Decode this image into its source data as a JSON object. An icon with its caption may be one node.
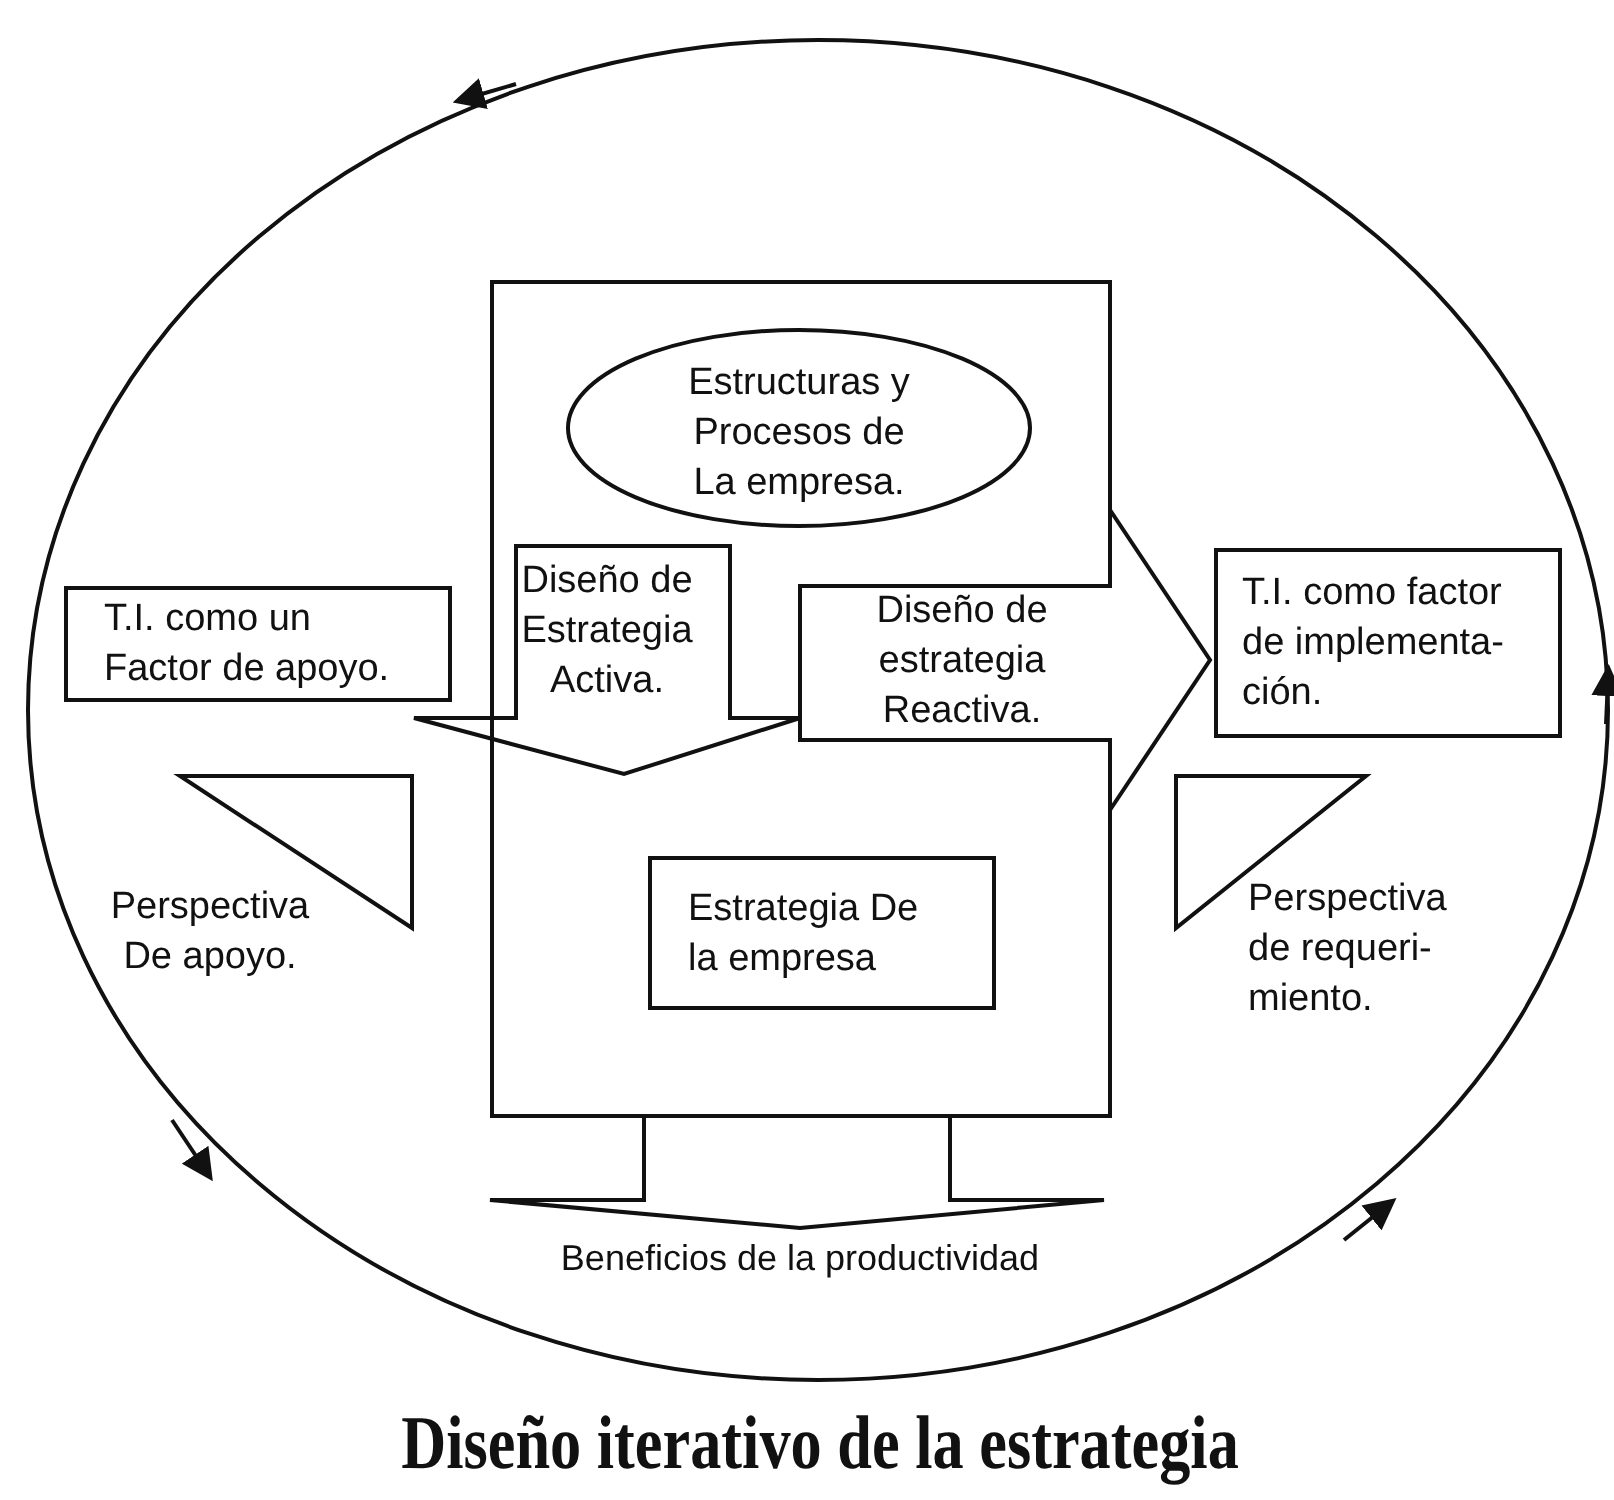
{
  "diagram": {
    "title": "Diseño iterativo de la estrategia",
    "nodes": [
      {
        "text": [],
        "shape": "box"
      },
      {
        "text": [
          "Estructuras y Procesos de La empresa."
        ],
        "in": 0
      },
      {
        "text": [
          "T.I. como  un Factor de apoyo."
        ]
      },
      {
        "text": [
          "Diseño de Estrategia Activa."
        ]
      },
      {
        "text": [
          "Diseño de estrategia Reactiva."
        ]
      },
      {
        "text": [
          "T.I. como factor de implementa- ción."
        ]
      },
      {
        "text": [
          "Estrategia De la empresa"
        ],
        "in": 0
      },
      {
        "text": [],
        "shape": "triangle"
      },
      {
        "text": [],
        "shape": "triangle"
      }
    ],
    "labels": [
      "Perspectiva De apoyo.",
      "Perspectiva de requeri- miento.",
      "Beneficios de la productividad"
    ]
  }
}
